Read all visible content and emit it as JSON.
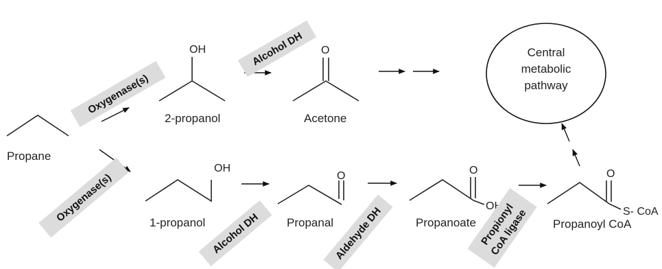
{
  "compounds": {
    "propane": "Propane",
    "two_propanol": "2-propanol",
    "acetone": "Acetone",
    "one_propanol": "1-propanol",
    "propanal": "Propanal",
    "propanoate": "Propanoate",
    "propanoyl_coa": "Propanoyl CoA"
  },
  "atoms": {
    "oh_2propanol": "OH",
    "o_acetone": "O",
    "oh_1propanol": "OH",
    "o_propanal": "O",
    "o_propanoate": "O",
    "oh_propanoate": "OH",
    "o_propanoyl": "O",
    "s_coa": "S- CoA"
  },
  "enzymes": {
    "oxygenase_top": "Oxygenase(s)",
    "oxygenase_bottom": "Oxygenase(s)",
    "alcohol_dh_top": "Alcohol DH",
    "alcohol_dh_bottom": "Alcohol DH",
    "aldehyde_dh": "Aldehyde DH",
    "propionyl_line1": "Propionyl",
    "propionyl_line2": "CoA ligase"
  },
  "central": {
    "line1": "Central",
    "line2": "metabolic",
    "line3": "pathway"
  },
  "colors": {
    "tag_fill": "#dcdcdc",
    "line": "#222222"
  }
}
